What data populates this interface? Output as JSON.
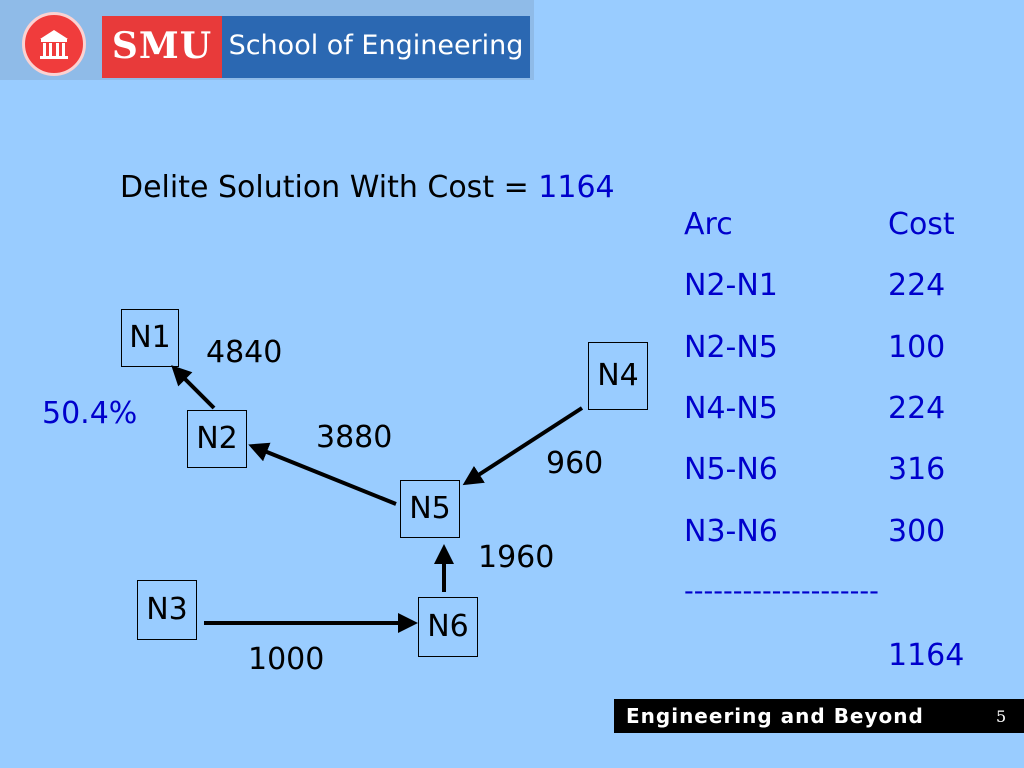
{
  "header": {
    "brand": "SMU",
    "school": "School of Engineering"
  },
  "title": {
    "prefix": "Delite Solution With Cost = ",
    "cost": "1164"
  },
  "percent_label": "50.4%",
  "nodes": {
    "n1": "N1",
    "n2": "N2",
    "n3": "N3",
    "n4": "N4",
    "n5": "N5",
    "n6": "N6"
  },
  "edge_labels": {
    "n2_n1": "4840",
    "n5_n2": "3880",
    "n4_n5": "960",
    "n6_n5": "1960",
    "n3_n6": "1000"
  },
  "cost_table": {
    "header_arc": "Arc",
    "header_cost": "Cost",
    "rows": [
      {
        "arc": "N2-N1",
        "cost": "224"
      },
      {
        "arc": "N2-N5",
        "cost": "100"
      },
      {
        "arc": "N4-N5",
        "cost": "224"
      },
      {
        "arc": "N5-N6",
        "cost": "316"
      },
      {
        "arc": "N3-N6",
        "cost": "300"
      }
    ],
    "separator": "--------------------",
    "total": "1164"
  },
  "footer": {
    "tagline": "Engineering and Beyond",
    "page_number": "5"
  },
  "colors": {
    "background": "#99ccff",
    "highlight_text": "#0000cc",
    "smu_red": "#e83a3a",
    "smu_blue": "#2b68b2"
  }
}
